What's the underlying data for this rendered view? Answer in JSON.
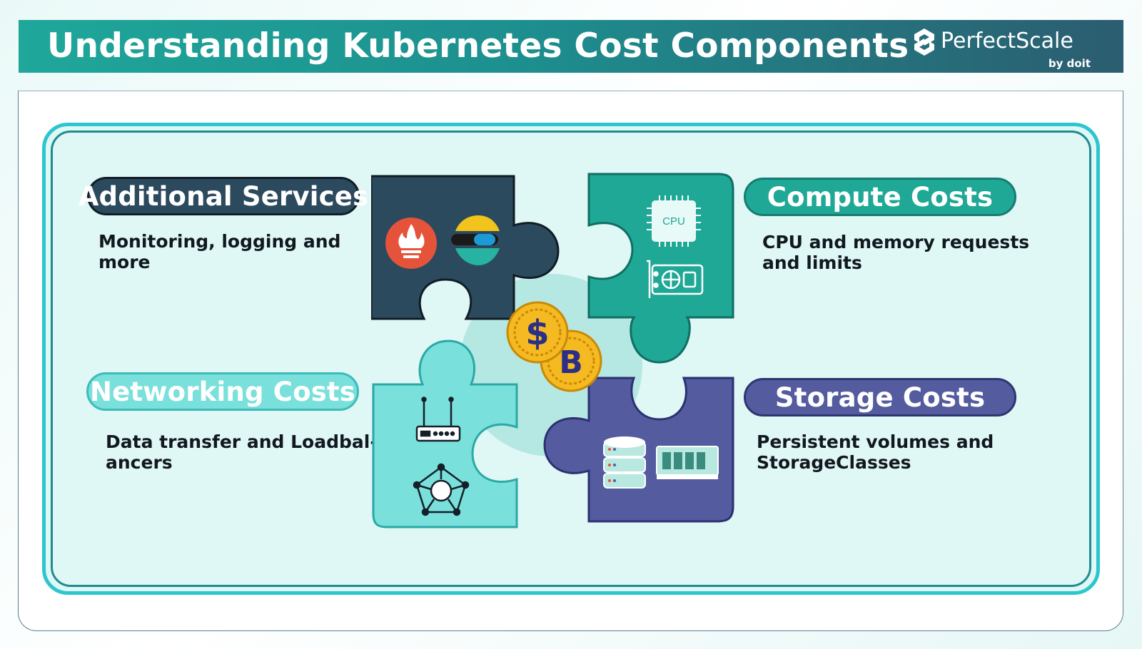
{
  "header": {
    "title": "Understanding Kubernetes Cost Components",
    "logo_name": "PerfectScale",
    "logo_by": "by doit"
  },
  "sections": {
    "additional": {
      "title": "Additional Services",
      "desc_line1": "Monitoring, logging and",
      "desc_line2": "more",
      "color": "#2c4a5e",
      "icons": [
        "prometheus-icon",
        "elastic-icon"
      ]
    },
    "compute": {
      "title": "Compute Costs",
      "desc_line1": "CPU and memory requests",
      "desc_line2": "and limits",
      "color": "#1fa896",
      "icons": [
        "cpu-chip-icon",
        "gpu-card-icon"
      ],
      "cpu_label": "CPU"
    },
    "networking": {
      "title": "Networking Costs",
      "desc_line1": "Data transfer and Loadbal-",
      "desc_line2": "ancers",
      "color": "#7ae0dc",
      "icons": [
        "router-icon",
        "network-hub-icon"
      ]
    },
    "storage": {
      "title": "Storage Costs",
      "desc_line1": "Persistent volumes and",
      "desc_line2": "StorageClasses",
      "color": "#545c9f",
      "icons": [
        "database-icon",
        "memory-module-icon"
      ]
    }
  },
  "coins": {
    "dollar": "$",
    "bitcoin": "B",
    "color": "#f5b921"
  }
}
